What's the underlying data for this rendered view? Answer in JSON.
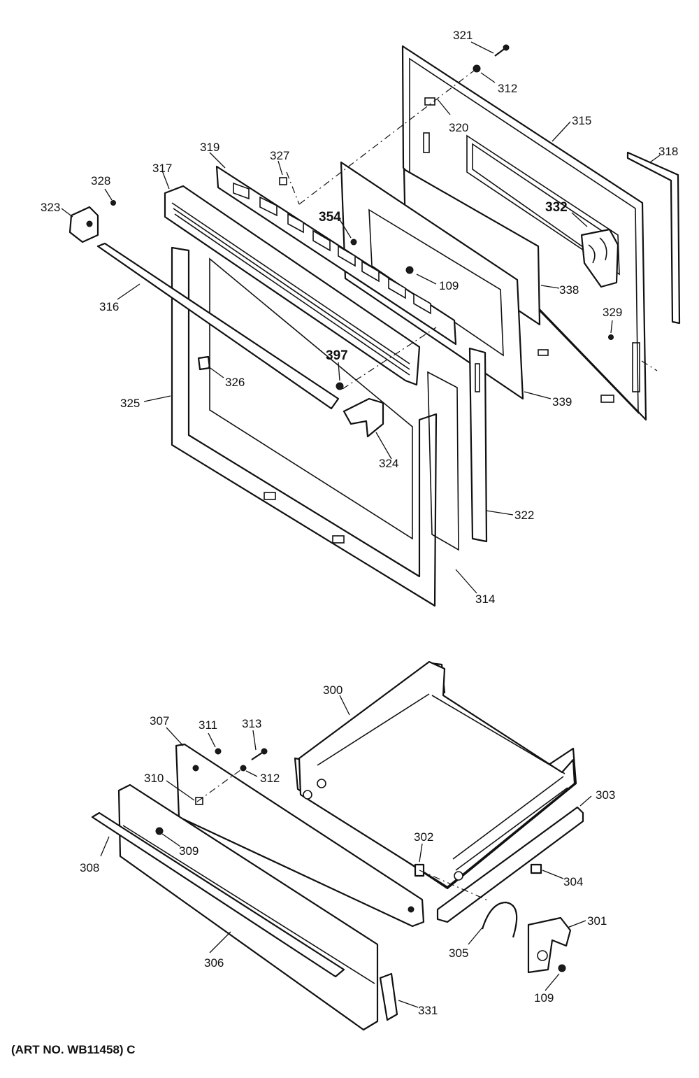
{
  "art_note": "(ART NO. WB11458) C",
  "labels": {
    "p321": "321",
    "p312a": "312",
    "p320": "320",
    "p315": "315",
    "p318": "318",
    "p319": "319",
    "p327": "327",
    "p317": "317",
    "p328": "328",
    "p323": "323",
    "p354": "354",
    "p332": "332",
    "p109a": "109",
    "p338": "338",
    "p316": "316",
    "p329": "329",
    "p397": "397",
    "p326": "326",
    "p325": "325",
    "p339": "339",
    "p324": "324",
    "p322": "322",
    "p314": "314",
    "p300": "300",
    "p307": "307",
    "p311": "311",
    "p313": "313",
    "p312b": "312",
    "p310": "310",
    "p303": "303",
    "p309": "309",
    "p308": "308",
    "p302": "302",
    "p304": "304",
    "p301": "301",
    "p305": "305",
    "p306": "306",
    "p109b": "109",
    "p331": "331"
  }
}
